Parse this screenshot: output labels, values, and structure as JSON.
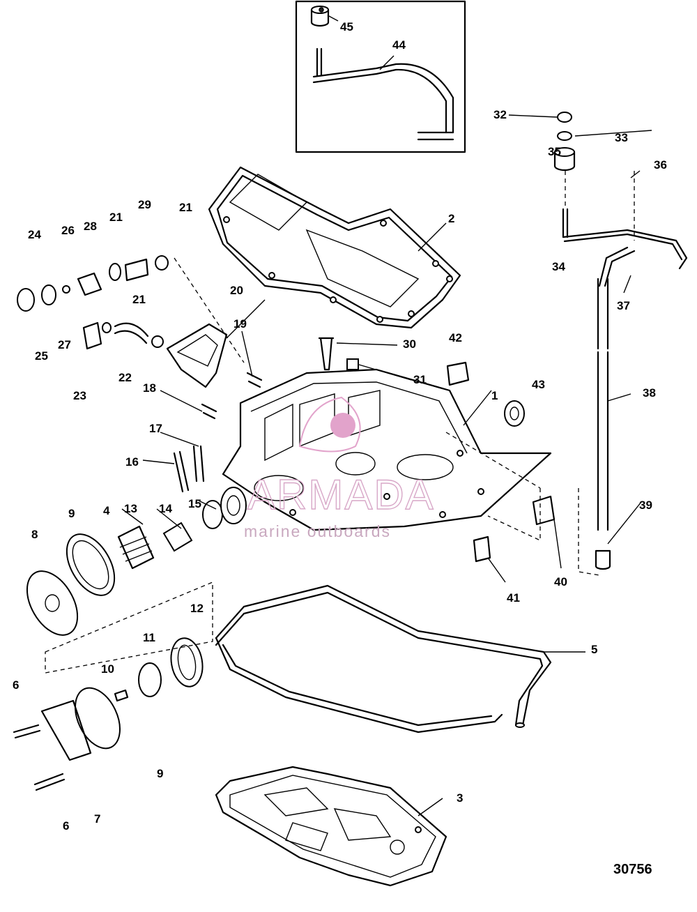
{
  "figure_number": "30756",
  "watermark": {
    "brand": "ARMADA",
    "tagline": "marine outboards"
  },
  "callouts": [
    "1",
    "2",
    "3",
    "4",
    "5",
    "6",
    "6",
    "7",
    "8",
    "9",
    "9",
    "10",
    "11",
    "12",
    "13",
    "14",
    "15",
    "16",
    "17",
    "18",
    "19",
    "20",
    "21",
    "21",
    "21",
    "22",
    "23",
    "24",
    "25",
    "26",
    "27",
    "28",
    "29",
    "30",
    "31",
    "32",
    "33",
    "34",
    "35",
    "36",
    "37",
    "38",
    "39",
    "40",
    "41",
    "42",
    "43",
    "44",
    "45"
  ]
}
